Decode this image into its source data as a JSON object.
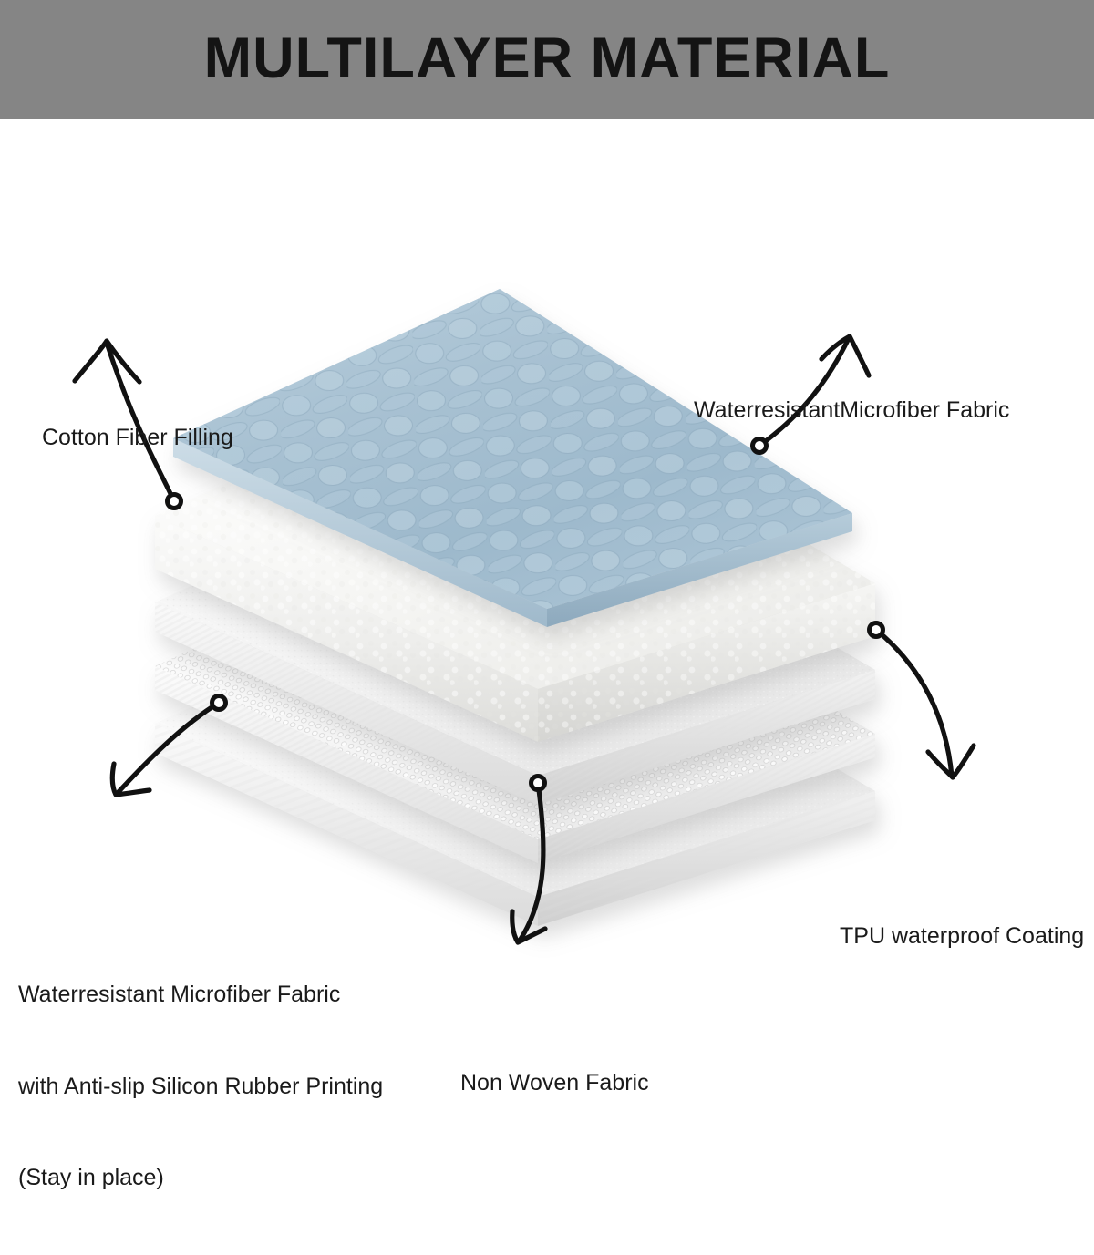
{
  "header": {
    "title": "MULTILAYER MATERIAL",
    "background_color": "#858585",
    "text_color": "#141414"
  },
  "diagram": {
    "type": "exploded-layer-stack",
    "subject": "multilayer mattress protector material",
    "background_color": "#ffffff",
    "layers": [
      {
        "index": 1,
        "position": "top",
        "name": "Waterresistant Microfiber Fabric",
        "texture": "quilted pebble/oval embossed pattern",
        "color": "#a9c2d2",
        "color_dark": "#8fabbe",
        "color_light": "#c2d5e1"
      },
      {
        "index": 2,
        "position": "second",
        "name": "Cotton Fiber Filling",
        "texture": "soft fluffy batting",
        "color": "#f4f4f2",
        "color_dark": "#dcdcda",
        "color_light": "#ffffff"
      },
      {
        "index": 3,
        "position": "third",
        "name": "TPU waterproof Coating",
        "texture": "fine matte membrane",
        "color": "#efefef",
        "color_dark": "#d4d4d4",
        "color_light": "#fdfdfd"
      },
      {
        "index": 4,
        "position": "fourth",
        "name": "Waterresistant Microfiber Fabric with Anti-slip Silicon Rubber Printing",
        "texture": "dotted silicon rubber grip print",
        "color": "#f6f6f6",
        "color_dark": "#d8d8d8",
        "color_light": "#ffffff"
      },
      {
        "index": 5,
        "position": "bottom",
        "name": "Non Woven Fabric",
        "texture": "smooth non-woven sheet",
        "color": "#f2f2f2",
        "color_dark": "#d9d9d9",
        "color_light": "#ffffff"
      }
    ],
    "callouts": [
      {
        "id": "cotton-fiber-filling",
        "lines": [
          "Cotton Fiber Filling"
        ],
        "arrow_direction": "up-left",
        "anchor_side": "left"
      },
      {
        "id": "waterresistant-microfiber-top",
        "lines": [
          "WaterresistantMicrofiber Fabric"
        ],
        "arrow_direction": "up-right",
        "anchor_side": "right"
      },
      {
        "id": "tpu-waterproof-coating",
        "lines": [
          "TPU waterproof Coating"
        ],
        "arrow_direction": "down-right",
        "anchor_side": "right"
      },
      {
        "id": "non-woven-fabric",
        "lines": [
          "Non Woven Fabric"
        ],
        "arrow_direction": "down",
        "anchor_side": "bottom"
      },
      {
        "id": "anti-slip-microfiber",
        "lines": [
          "Waterresistant Microfiber Fabric",
          "with Anti-slip Silicon Rubber Printing",
          "(Stay in place)"
        ],
        "arrow_direction": "down-left",
        "anchor_side": "left"
      }
    ],
    "arrow_color": "#111111",
    "label_color": "#1a1a1a"
  }
}
